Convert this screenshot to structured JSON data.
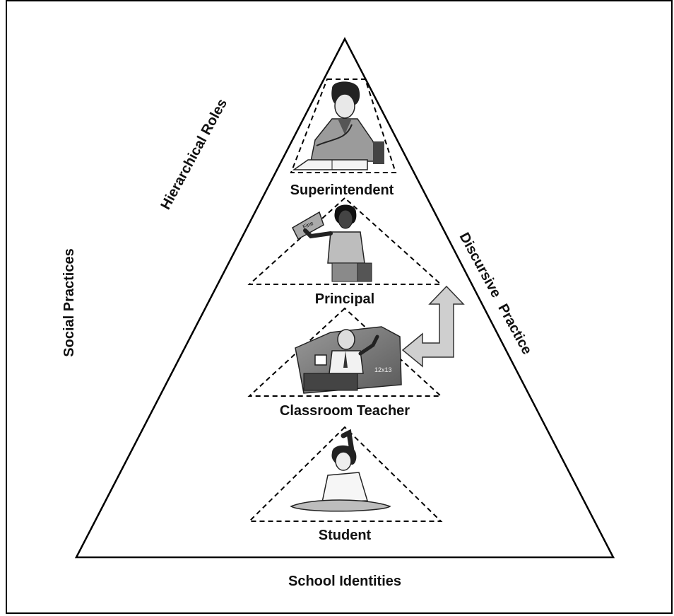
{
  "diagram": {
    "left_label": "Social Practices",
    "bottom_label": "School Identities",
    "left_side_label": "Hierarchical Roles",
    "right_side_label": "Discursive Practice",
    "levels": [
      {
        "id": "superintendent",
        "label": "Superintendent"
      },
      {
        "id": "principal",
        "label": "Principal"
      },
      {
        "id": "classroom-teacher",
        "label": "Classroom Teacher"
      },
      {
        "id": "student",
        "label": "Student"
      }
    ],
    "illustration_text": {
      "paper_card": "Fine",
      "board_math": "12x13"
    }
  }
}
